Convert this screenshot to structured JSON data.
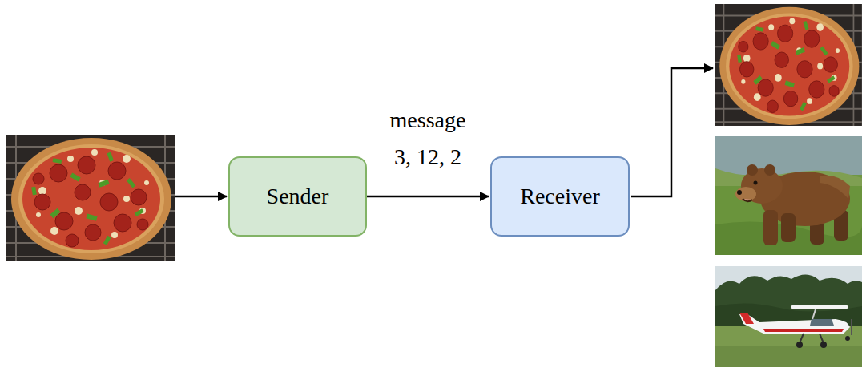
{
  "diagram": {
    "nodes": [
      {
        "text": [
          "Sender"
        ]
      },
      {
        "text": [
          "Receiver"
        ]
      }
    ],
    "edges": [
      {
        "from": 0,
        "to": 1,
        "arrow": "to",
        "label": "message"
      }
    ],
    "labels": [
      "3, 12, 2"
    ]
  }
}
